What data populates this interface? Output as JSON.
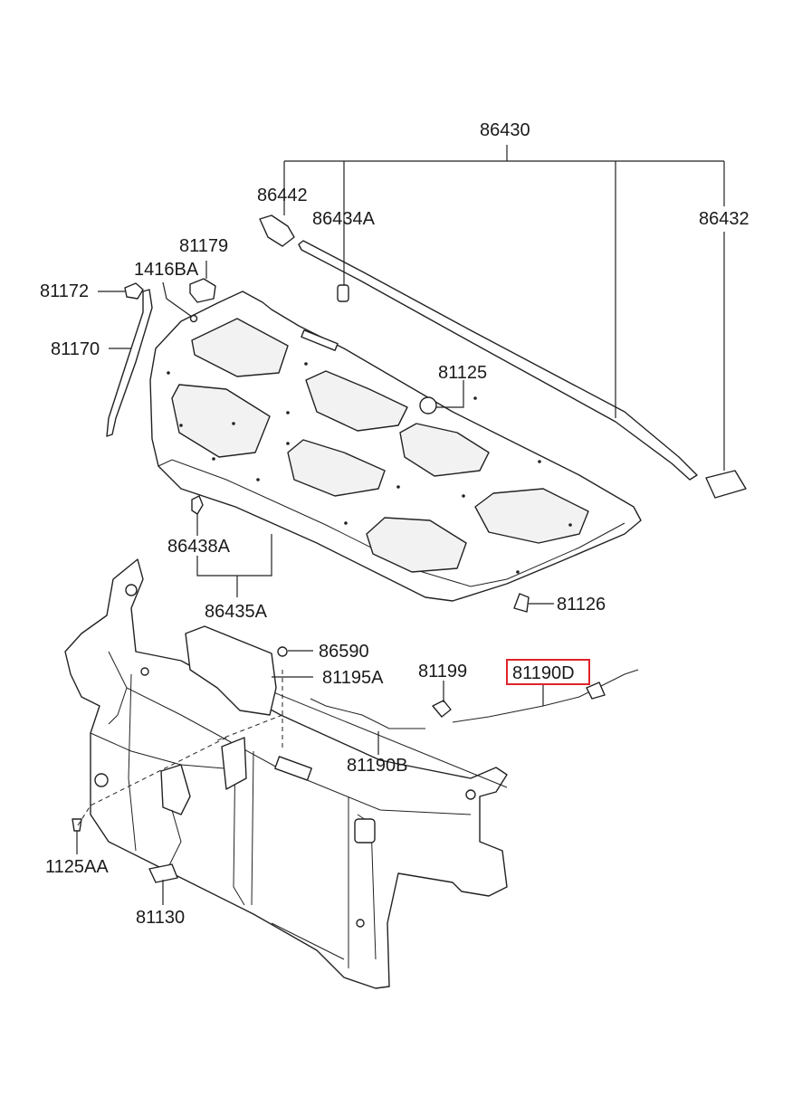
{
  "labels": {
    "p86430": "86430",
    "p86442": "86442",
    "p86434A": "86434A",
    "p86432": "86432",
    "p81179": "81179",
    "p1416BA": "1416BA",
    "p81172": "81172",
    "p81170": "81170",
    "p81125": "81125",
    "p86438A": "86438A",
    "p86435A": "86435A",
    "p81126": "81126",
    "p86590": "86590",
    "p81195A": "81195A",
    "p81199": "81199",
    "p81190D": "81190D",
    "p81190B": "81190B",
    "p1125AA": "1125AA",
    "p81130": "81130"
  },
  "highlight": {
    "part": "81190D",
    "color": "#e0232b"
  }
}
